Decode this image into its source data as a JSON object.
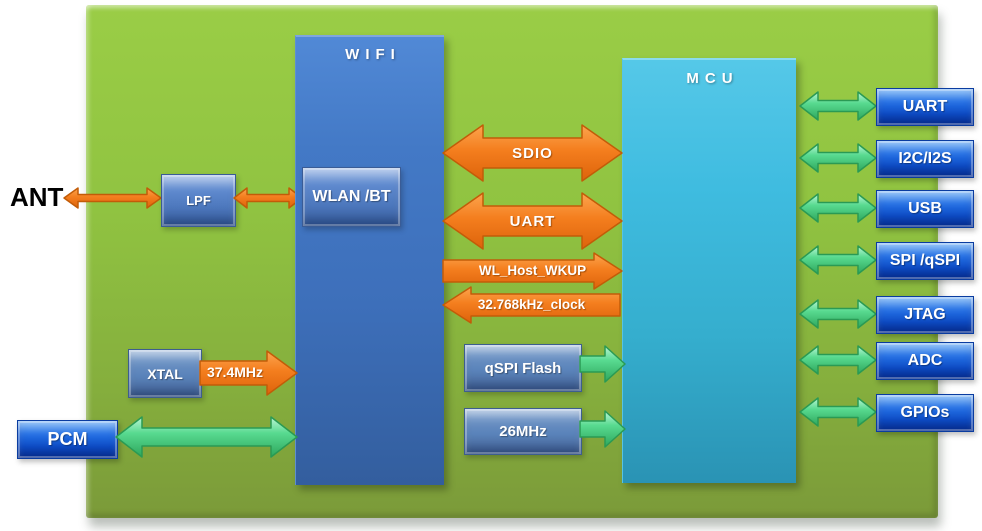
{
  "diagram": {
    "ant_label": "ANT",
    "lpf_label": "LPF",
    "wifi": {
      "title": "WIFI",
      "wlan_bt_label": "WLAN /BT"
    },
    "mcu": {
      "title": "MCU"
    },
    "bus": {
      "sdio": "SDIO",
      "uart": "UART",
      "wl_host_wkup": "WL_Host_WKUP",
      "clock_32k": "32.768kHz_clock"
    },
    "clocks": {
      "xtal_label": "XTAL",
      "xtal_freq": "37.4MHz",
      "ref_clock_label": "26MHz"
    },
    "pcm_label": "PCM",
    "qspi_flash_label": "qSPI Flash",
    "ports": {
      "items": [
        {
          "label": "UART"
        },
        {
          "label": "I2C/I2S"
        },
        {
          "label": "USB"
        },
        {
          "label": "SPI /qSPI"
        },
        {
          "label": "JTAG"
        },
        {
          "label": "ADC"
        },
        {
          "label": "GPIOs"
        }
      ]
    },
    "colors": {
      "board_green_top": "#9ACD46",
      "board_green_bottom": "#7B9A39",
      "wifi_blue": "#4379C6",
      "mcu_cyan": "#3FBCE0",
      "port_box_blue": "#1659D4",
      "module_steel_blue": "#5E86BC",
      "arrow_orange": "#F5821F",
      "arrow_green": "#55D88E",
      "ant_text": "#000000"
    }
  }
}
